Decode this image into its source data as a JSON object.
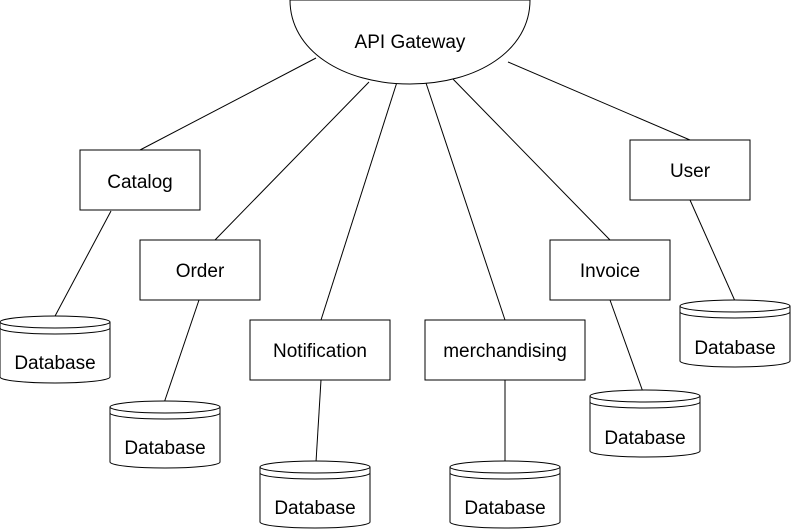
{
  "gateway": {
    "label": "API Gateway"
  },
  "services": {
    "catalog": {
      "label": "Catalog"
    },
    "order": {
      "label": "Order"
    },
    "notification": {
      "label": "Notification"
    },
    "merchandising": {
      "label": "merchandising"
    },
    "invoice": {
      "label": "Invoice"
    },
    "user": {
      "label": "User"
    }
  },
  "databases": {
    "catalog": {
      "label": "Database"
    },
    "order": {
      "label": "Database"
    },
    "notification": {
      "label": "Database"
    },
    "merchandising": {
      "label": "Database"
    },
    "invoice": {
      "label": "Database"
    },
    "user": {
      "label": "Database"
    }
  },
  "colors": {
    "stroke": "#000000",
    "fill": "#ffffff",
    "background": "#ffffff"
  }
}
